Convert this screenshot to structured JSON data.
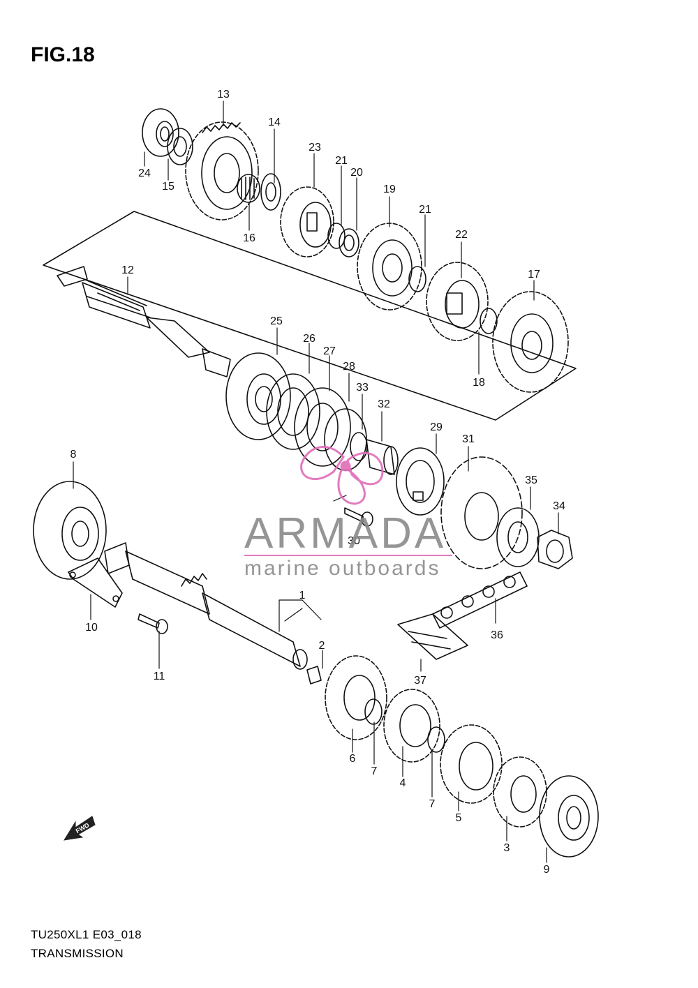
{
  "figure": {
    "title": "FIG.18",
    "model_code": "TU250XL1 E03_018",
    "caption": "TRANSMISSION"
  },
  "watermark": {
    "brand": "ARMADA",
    "tagline": "marine outboards",
    "color_text": "#8a8a8a",
    "color_accent": "#e06cb8"
  },
  "direction_marker": {
    "text": "FWD",
    "icon": "forward-arrow-icon"
  },
  "callouts": [
    "1",
    "2",
    "3",
    "4",
    "5",
    "6",
    "7",
    "8",
    "9",
    "10",
    "11",
    "12",
    "13",
    "14",
    "15",
    "16",
    "17",
    "18",
    "19",
    "20",
    "21",
    "22",
    "23",
    "24",
    "25",
    "26",
    "27",
    "28",
    "29",
    "30",
    "31",
    "32",
    "33",
    "34",
    "35",
    "36",
    "37"
  ]
}
